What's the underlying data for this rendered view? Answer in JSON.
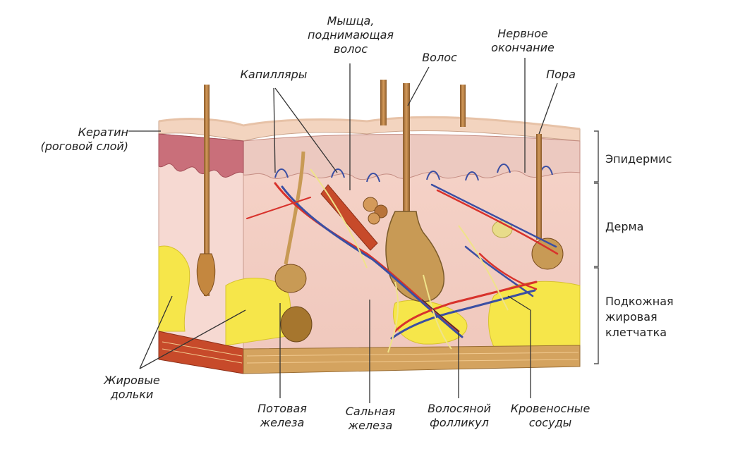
{
  "labels": {
    "keratin": [
      "Кератин",
      "(роговой слой)"
    ],
    "capillaries": "Капилляры",
    "muscle": [
      "Мышца,",
      "поднимающая",
      "волос"
    ],
    "hair": "Волос",
    "nerve": [
      "Нервное",
      "окончание"
    ],
    "pore": "Пора",
    "fat_lobules": [
      "Жировые",
      "дольки"
    ],
    "sweat_gland": [
      "Потовая",
      "железа"
    ],
    "sebaceous_gland": [
      "Сальная",
      "железа"
    ],
    "hair_follicle": [
      "Волосяной",
      "фолликул"
    ],
    "blood_vessels": [
      "Кровеносные",
      "сосуды"
    ]
  },
  "layers": {
    "epidermis": "Эпидермис",
    "dermis": "Дерма",
    "hypodermis": [
      "Подкожная",
      "жировая",
      "клетчатка"
    ]
  },
  "colors": {
    "epidermis": "#f3d4bf",
    "epidermis_dark": "#c9727a",
    "dermis": "#f6dcd6",
    "fat": "#f6e64a",
    "artery": "#d8322c",
    "vein": "#3b4fa3",
    "nerve": "#efe38a",
    "hair": "#b47a3c",
    "gland": "#c89a55",
    "muscle_band": "#c74a2a"
  }
}
